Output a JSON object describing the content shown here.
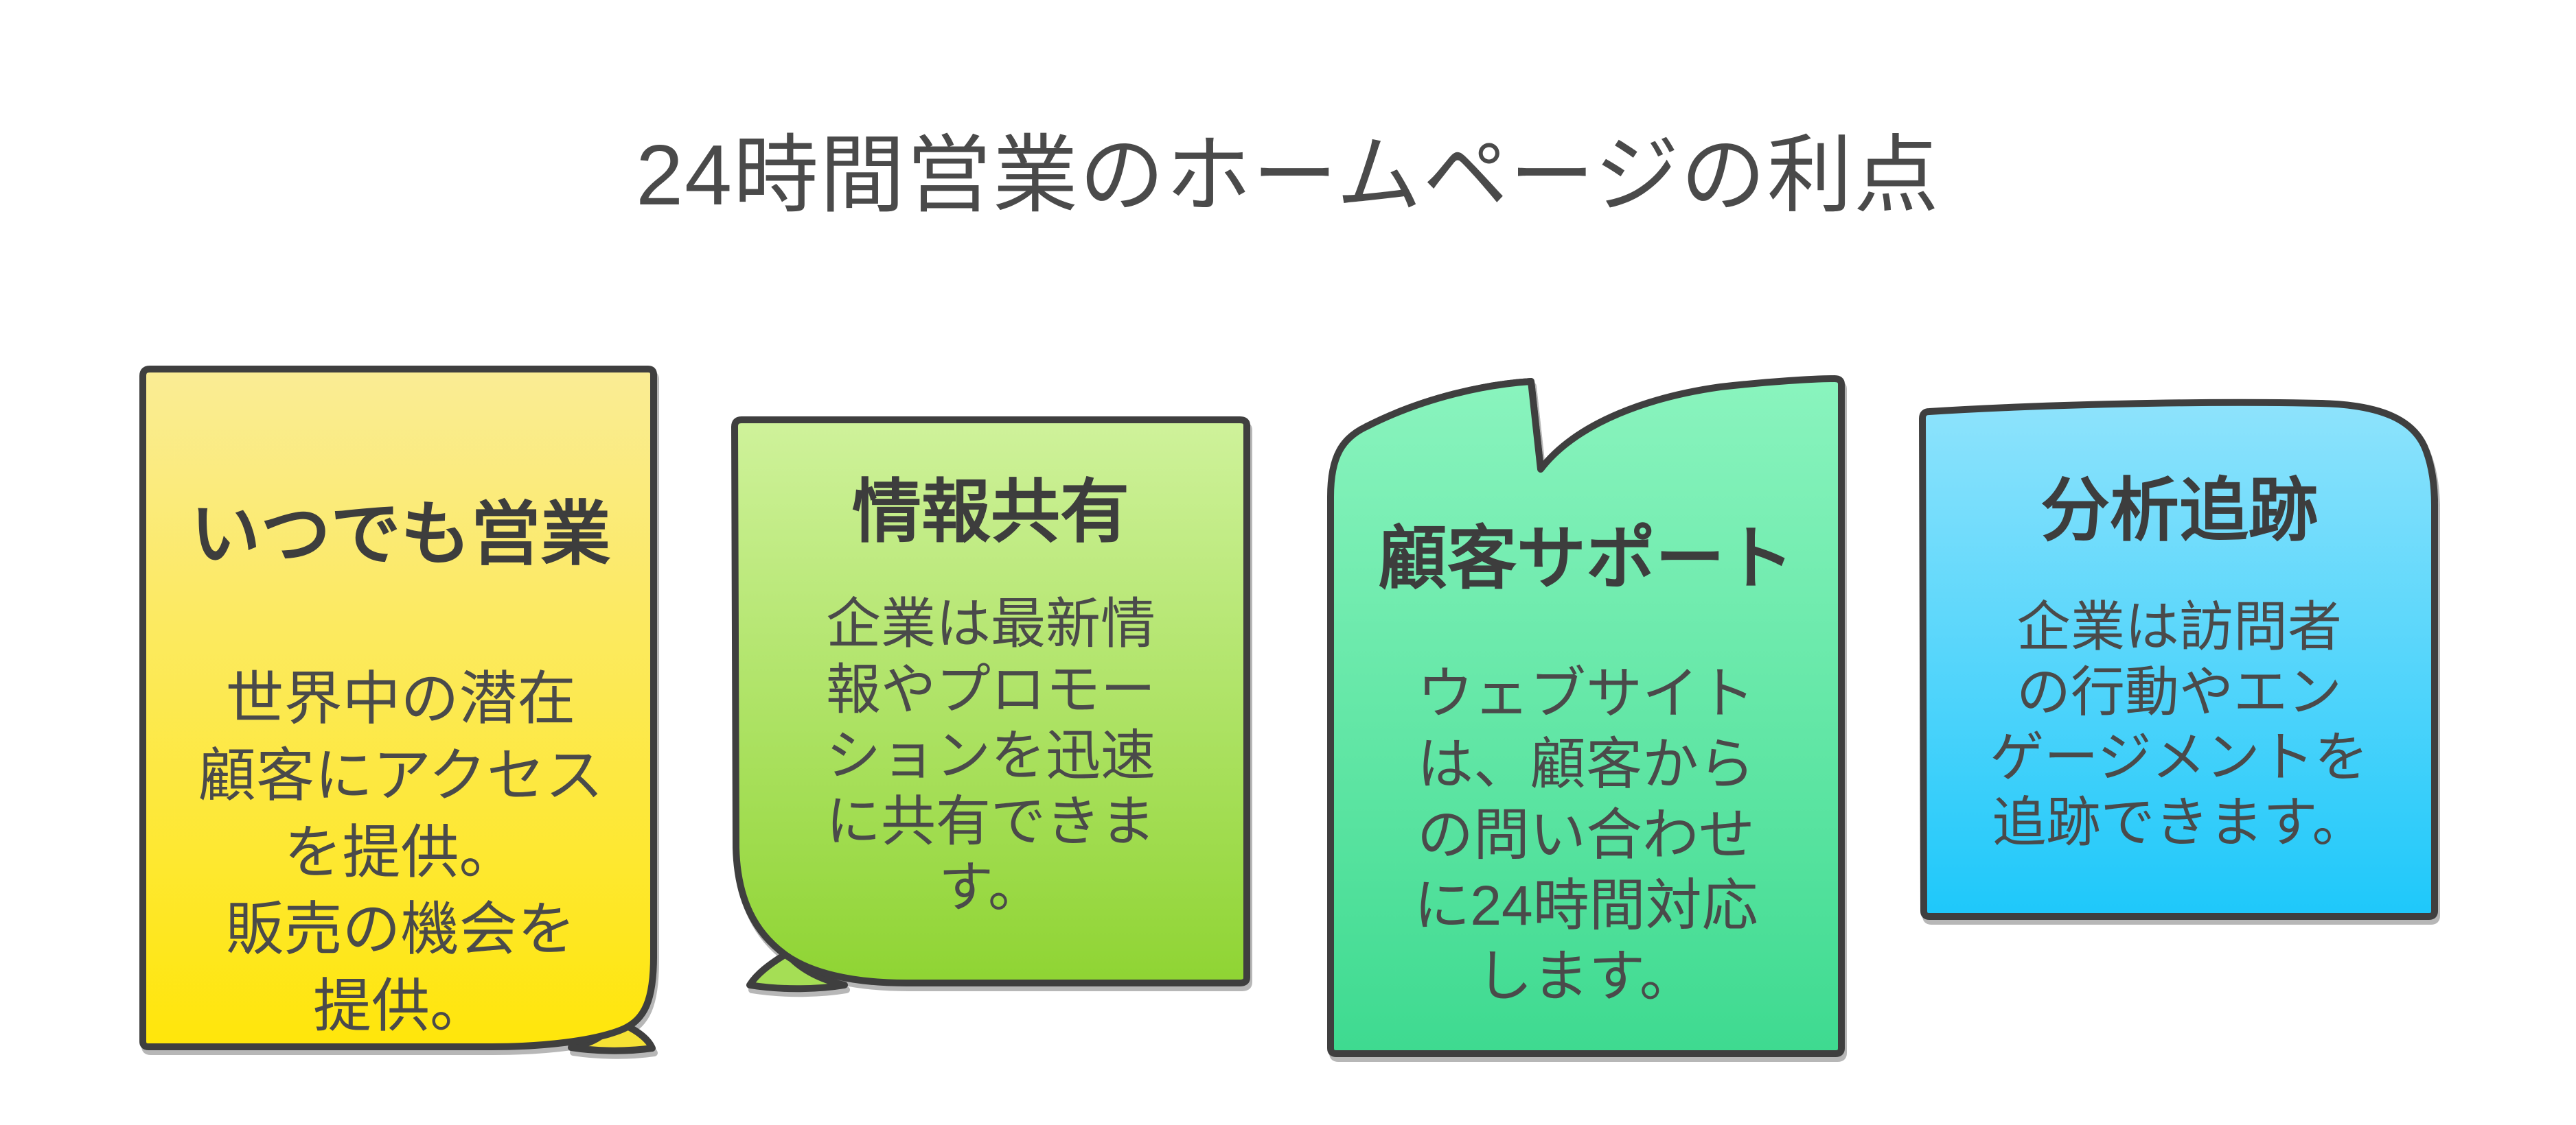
{
  "page": {
    "title": "24時間営業のホームページの利点",
    "background_color": "#ffffff",
    "title_color": "#4a4a4a",
    "outline_color": "#3f3f3f"
  },
  "cards": [
    {
      "title": "いつでも営業",
      "body": "世界中の潜在\n顧客にアクセス\nを提供。\n販売の機会を\n提供。",
      "color_top": "#FAEC95",
      "color_bottom": "#FFE60A",
      "flap_color": "#F6E235",
      "fold_corner": "bottom-right"
    },
    {
      "title": "情報共有",
      "body": "企業は最新情\n報やプロモー\nションを迅速\nに共有できま\nす。",
      "color_top": "#CFF29B",
      "color_bottom": "#8FD433",
      "flap_color": "#A5DE55",
      "fold_corner": "bottom-left"
    },
    {
      "title": "顧客サポート",
      "body": "ウェブサイト\nは、顧客から\nの問い合わせ\nに24時間対応\nします。",
      "color_top": "#8AF4BE",
      "color_bottom": "#3EDA90",
      "flap_color": "#6BEBAA",
      "fold_corner": "top-left"
    },
    {
      "title": "分析追跡",
      "body": "企業は訪問者\nの行動やエン\nゲージメントを\n追跡できます。",
      "color_top": "#8EE3FC",
      "color_bottom": "#1EC8FA",
      "flap_color": "#5ED7FB",
      "fold_corner": "top-right"
    }
  ]
}
